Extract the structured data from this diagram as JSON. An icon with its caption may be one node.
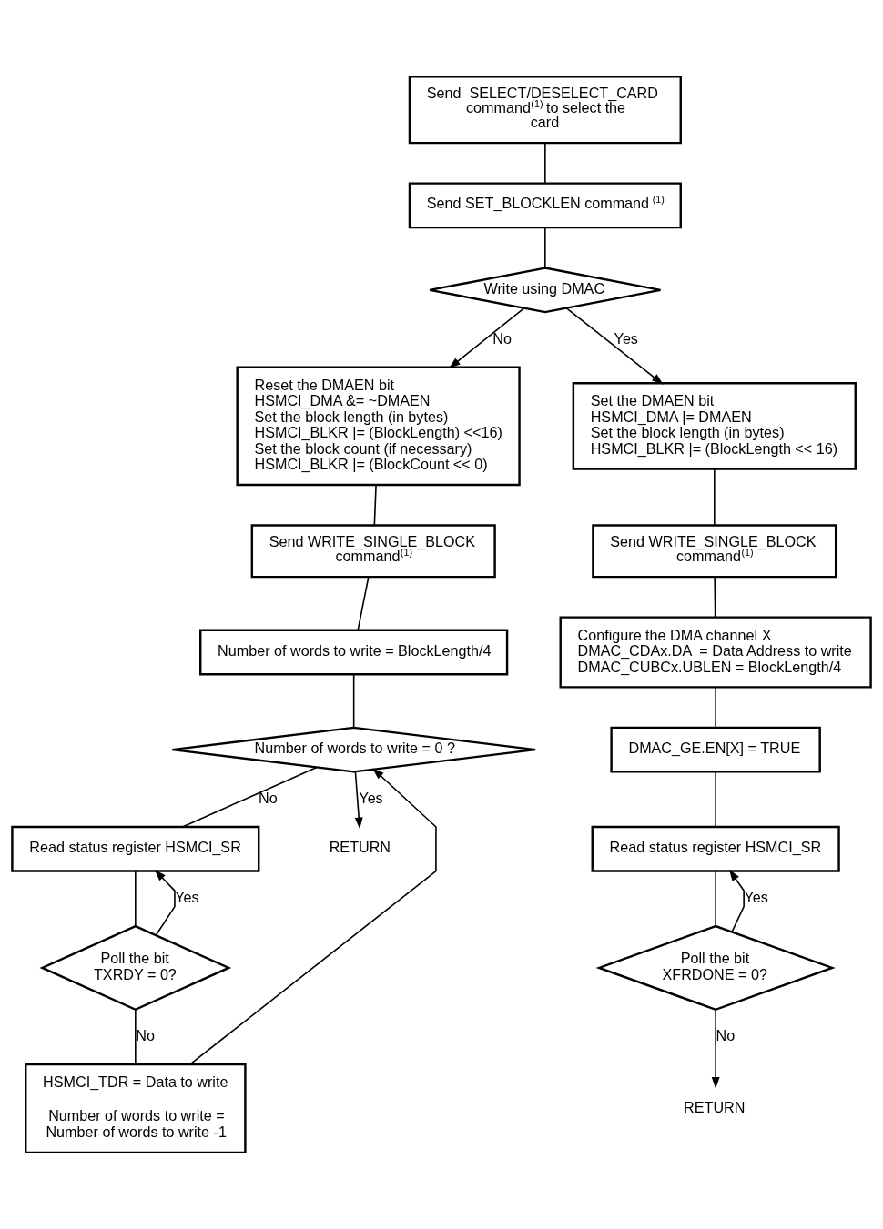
{
  "diagram": {
    "nodes": [
      {
        "text": [
          "Send  SELECT/DESELECT_CARD command$^{(1)}$ to select the card"
        ]
      },
      {
        "text": [
          "Send SET_BLOCKLEN command$^{(1)}$"
        ]
      },
      {
        "text": [
          "Write using DMAC"
        ]
      },
      {
        "text": [
          "Reset the DMAEN bit",
          "HSMCI_DMA &= ~DMAEN",
          "Set the block length (in bytes)",
          "HSMCI_BLKR |= (BlockLength) <<16)",
          "Set the block count (if necessary)",
          "HSMCI_BLKR |= (BlockCount << 0)"
        ]
      },
      {
        "text": [
          "Set the DMAEN bit",
          "HSMCI_DMA |= DMAEN",
          "Set the block length (in bytes)",
          "HSMCI_BLKR |= (BlockLength << 16)"
        ]
      },
      {
        "text": [
          "Send WRITE_SINGLE_BLOCK command$^{(1)}$"
        ]
      },
      {
        "text": [
          "Send WRITE_SINGLE_BLOCK command$^{(1)}$"
        ]
      },
      {
        "text": [
          "Number of words to write = BlockLength/4"
        ]
      },
      {
        "text": [
          "Configure the DMA channel X",
          "DMAC_CDAx.DA  = Data Address to write",
          "DMAC_CUBCx.UBLEN = BlockLength/4"
        ]
      },
      {
        "text": [
          "Number of words to write = 0 ?"
        ]
      },
      {
        "text": [
          "DMAC_GE.EN[X] = TRUE"
        ]
      },
      {
        "text": [
          "Read status register HSMCI_SR"
        ]
      },
      {
        "text": [
          "Read status register HSMCI_SR"
        ]
      },
      {
        "text": [
          "Poll the bit TXRDY = 0?"
        ]
      },
      {
        "text": [
          "Poll the bit XFRDONE = 0?"
        ]
      },
      {
        "text": [
          "HSMCI_TDR = Data to write",
          "Number of words to write = Number of words to write -1"
        ]
      },
      {
        "text": [
          "RETURN"
        ]
      },
      {
        "text": [
          "RETURN"
        ]
      }
    ],
    "edges": [
      {
        "from": 0,
        "to": 1,
        "arrow": "none"
      },
      {
        "from": 1,
        "to": 2,
        "arrow": "none"
      },
      {
        "from": 2,
        "to": 3,
        "arrow": "to",
        "label": "No"
      },
      {
        "from": 2,
        "to": 4,
        "arrow": "to",
        "label": "Yes"
      },
      {
        "from": 3,
        "to": 5,
        "arrow": "none"
      },
      {
        "from": 4,
        "to": 6,
        "arrow": "none"
      },
      {
        "from": 5,
        "to": 7,
        "arrow": "none"
      },
      {
        "from": 6,
        "to": 8,
        "arrow": "none"
      },
      {
        "from": 7,
        "to": 9,
        "arrow": "none"
      },
      {
        "from": 8,
        "to": 10,
        "arrow": "none"
      },
      {
        "from": 9,
        "to": 17,
        "arrow": "to",
        "label": "Yes"
      },
      {
        "from": 9,
        "to": 11,
        "arrow": "none",
        "label": "No"
      },
      {
        "from": 10,
        "to": 12,
        "arrow": "none"
      },
      {
        "from": 11,
        "to": 13,
        "arrow": "none"
      },
      {
        "from": 12,
        "to": 14,
        "arrow": "none"
      },
      {
        "from": 13,
        "to": 11,
        "arrow": "to",
        "label": "Yes"
      },
      {
        "from": 13,
        "to": 15,
        "arrow": "none",
        "label": "No"
      },
      {
        "from": 14,
        "to": 12,
        "arrow": "to",
        "label": "Yes"
      },
      {
        "from": 14,
        "to": 16,
        "arrow": "to",
        "label": "No"
      },
      {
        "from": 15,
        "to": 9,
        "arrow": "to"
      }
    ]
  }
}
